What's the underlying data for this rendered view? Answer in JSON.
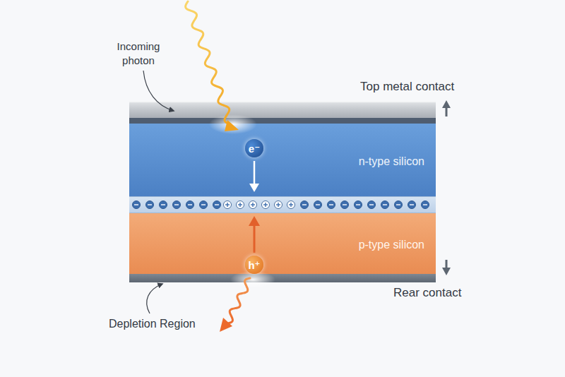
{
  "diagram": {
    "nodes": [
      {
        "text": [
          "n-type silicon"
        ]
      },
      {
        "text": [
          "p-type silicon"
        ]
      },
      {
        "text": [
          "e⁻"
        ],
        "in": 0
      },
      {
        "text": [
          "h⁺"
        ],
        "in": 1
      }
    ],
    "labels": [
      "Incoming photon",
      "Top metal contact",
      "Rear contact",
      "Depletion Region"
    ]
  }
}
